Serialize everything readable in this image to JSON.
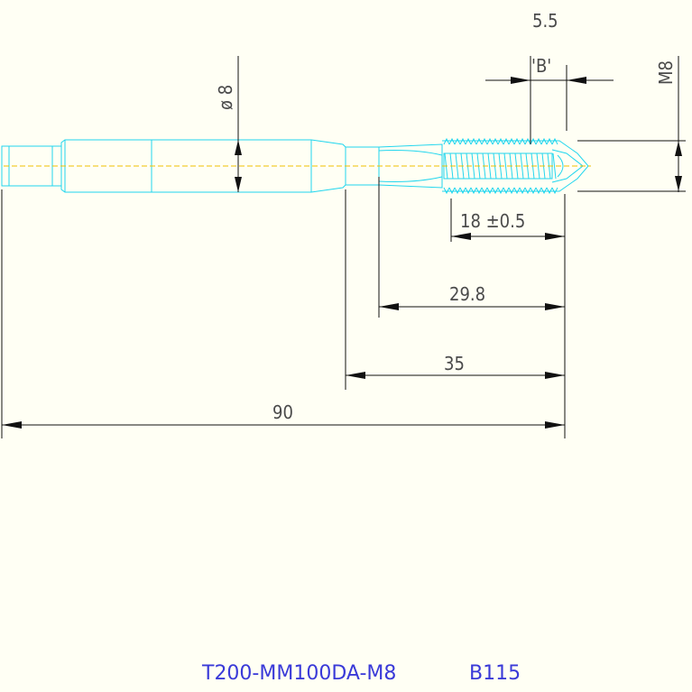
{
  "dimensions": {
    "top_pitch": "5.5",
    "thread_length_label": "'B'",
    "shank_diameter": "ø 8",
    "thread_size": "M8",
    "thread_tolerance": "18  ±0.5",
    "flute_length": "29.8",
    "neck_length": "35",
    "overall_length": "90"
  },
  "caption": {
    "part_number": "T200-MM100DA-M8",
    "code": "B115"
  },
  "colors": {
    "background": "#fffff4",
    "part_outline": "#22d6ee",
    "dimension_lines": "#111111",
    "centerline": "#f0c000",
    "caption": "#3a3ad8"
  }
}
